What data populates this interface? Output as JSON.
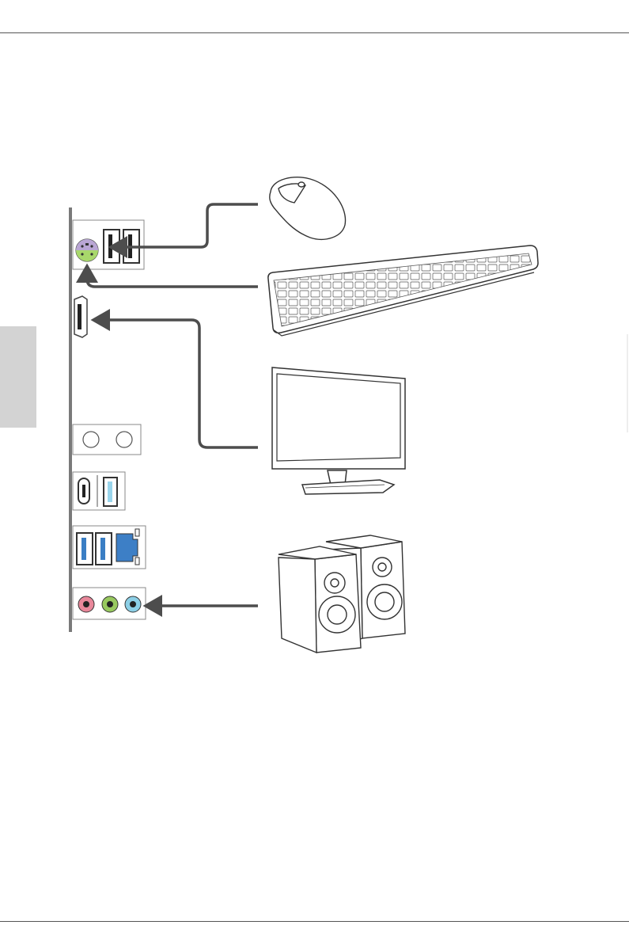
{
  "page": {
    "colors": {
      "rule": "#555555",
      "side_tab": "#d3d3d3",
      "arrow": "#4d4d4d",
      "ps2_purple": "#b9a6d4",
      "ps2_green": "#a8d86b",
      "usb_blue": "#3a7ec4",
      "usb_light_blue": "#9ad5ec",
      "lan_blue": "#3d7fc6",
      "audio_pink": "#e8879a",
      "audio_green": "#98c95f",
      "audio_blue": "#8ccfe6"
    }
  },
  "io_panel": {
    "ports": [
      {
        "name": "ps2-combo-port",
        "icon": "ps2-port-icon"
      },
      {
        "name": "usb-2-ports",
        "icon": "usb-port-icon"
      },
      {
        "name": "hdmi-port",
        "icon": "hdmi-port-icon"
      },
      {
        "name": "wifi-antenna-ports",
        "icon": "antenna-port-icon"
      },
      {
        "name": "usb-c-and-usb-a-ports",
        "icon": "usb-c-port-icon"
      },
      {
        "name": "usb-3-and-lan-ports",
        "icon": "lan-port-icon"
      },
      {
        "name": "audio-jacks",
        "icon": "audio-jack-icon"
      }
    ]
  },
  "devices": [
    {
      "name": "mouse",
      "icon": "mouse-icon",
      "connects_to": "usb-2-ports"
    },
    {
      "name": "keyboard",
      "icon": "keyboard-icon",
      "connects_to": "ps2-combo-port"
    },
    {
      "name": "monitor",
      "icon": "monitor-icon",
      "connects_to": "hdmi-port"
    },
    {
      "name": "speakers",
      "icon": "speakers-icon",
      "connects_to": "audio-jacks"
    }
  ]
}
